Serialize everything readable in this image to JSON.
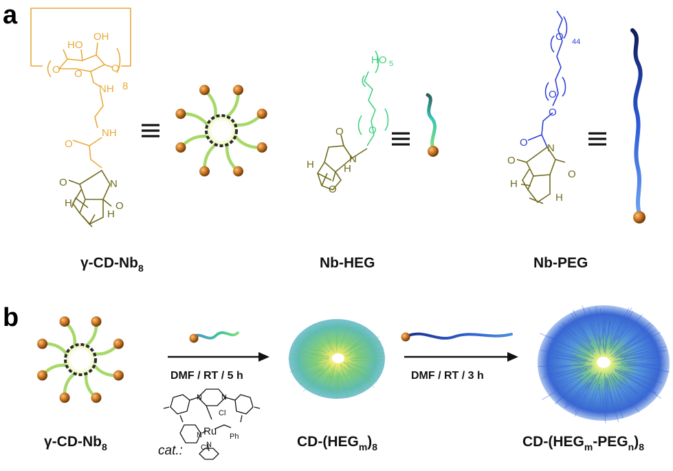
{
  "panels": {
    "a": "a",
    "b": "b"
  },
  "compounds": {
    "cd_nb": {
      "main": "γ-CD-Nb",
      "sub": "8"
    },
    "nb_heg": "Nb-HEG",
    "nb_peg": "Nb-PEG",
    "cd_heg": {
      "p1": "CD-(HEG",
      "s1": "m",
      "p2": ")",
      "s2": "8"
    },
    "cd_heg_peg": {
      "p1": "CD-(HEG",
      "s1": "m",
      "p2": "-PEG",
      "s2": "n",
      "p3": ")",
      "s3": "8"
    }
  },
  "structure_text": {
    "oh": "OH",
    "ho": "HO",
    "o": "O",
    "nh": "NH",
    "n": "N",
    "h": "H",
    "repeat_cd": "8",
    "repeat_heg": "5",
    "repeat_peg": "44",
    "ru": "Ru",
    "cl": "Cl",
    "ph": "Ph"
  },
  "conditions": {
    "step1": "DMF / RT / 5 h",
    "step2": "DMF / RT / 3 h",
    "catalyst": "cat.:"
  },
  "colors": {
    "cd_structure": "#e8a93a",
    "norbornene_structure": "#6e6a1c",
    "heg_structure": "#3fd17d",
    "peg_structure": "#2e3fd6",
    "bead": "#c9741f",
    "arm": "#a8d86a",
    "arrow": "#111111"
  }
}
